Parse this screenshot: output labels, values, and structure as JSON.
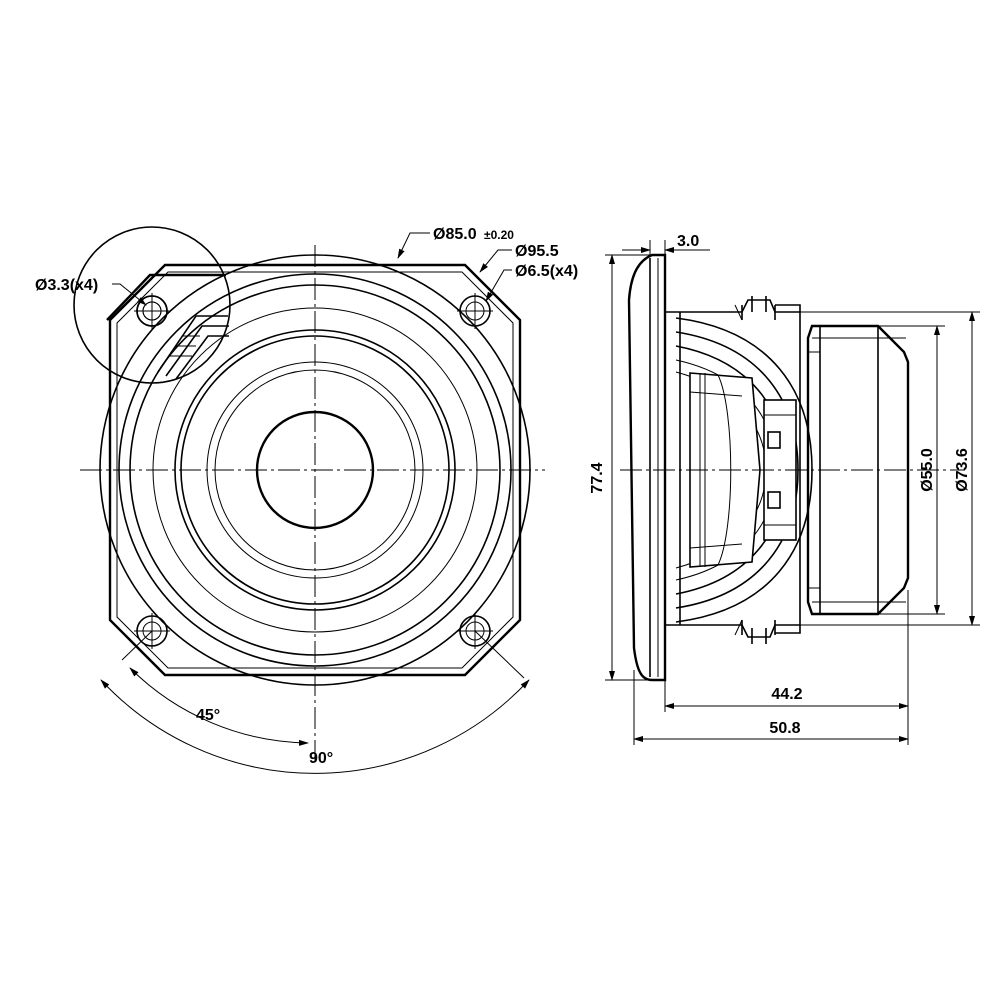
{
  "front_view": {
    "labels": {
      "outer_diameter": "Ø85.0",
      "outer_tolerance": "±0.20",
      "flange_diameter": "Ø95.5",
      "slot_hole": "Ø6.5(x4)",
      "small_hole": "Ø3.3(x4)",
      "angle_45": "45°",
      "angle_90": "90°"
    }
  },
  "side_view": {
    "labels": {
      "flange_thickness": "3.0",
      "height": "77.4",
      "magnet_diameter": "Ø55.0",
      "back_diameter": "Ø73.6",
      "depth_body": "44.2",
      "depth_total": "50.8"
    }
  },
  "colors": {
    "line": "#000000",
    "background": "#ffffff"
  }
}
